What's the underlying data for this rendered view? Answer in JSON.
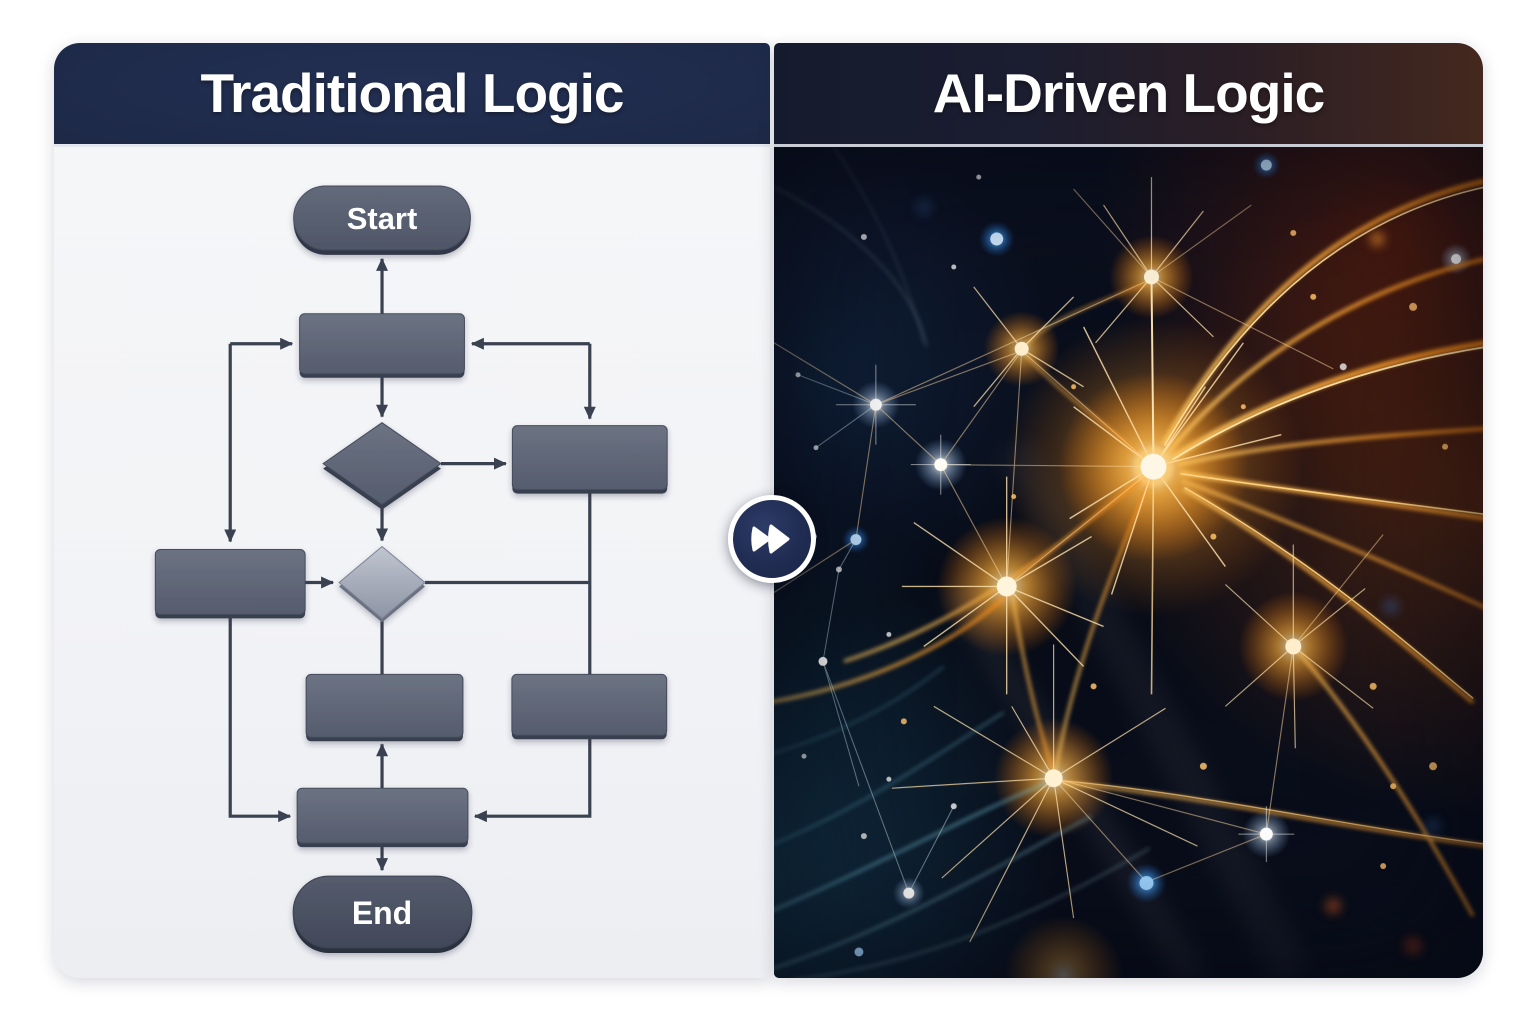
{
  "page": {
    "background": "#ffffff"
  },
  "left_panel": {
    "title": "Traditional Logic",
    "header_color": "#1e2947",
    "body_color": "#f4f5f7",
    "flowchart": {
      "start_label": "Start",
      "end_label": "End",
      "shape_color": "#5d6475",
      "shape_color_light": "#a9afbc",
      "connector_color": "#3a4150",
      "nodes": [
        {
          "id": "start",
          "type": "terminator",
          "label": "Start"
        },
        {
          "id": "process-top",
          "type": "process",
          "label": ""
        },
        {
          "id": "decision-1",
          "type": "decision",
          "label": ""
        },
        {
          "id": "process-upper-right",
          "type": "process",
          "label": ""
        },
        {
          "id": "process-left",
          "type": "process",
          "label": ""
        },
        {
          "id": "decision-2",
          "type": "decision",
          "label": ""
        },
        {
          "id": "process-middle",
          "type": "process",
          "label": ""
        },
        {
          "id": "process-lower-right",
          "type": "process",
          "label": ""
        },
        {
          "id": "process-bottom",
          "type": "process",
          "label": ""
        },
        {
          "id": "end",
          "type": "terminator",
          "label": "End"
        }
      ]
    }
  },
  "divider": {
    "icon": "fast-forward-icon",
    "badge_color": "#1e2a4e",
    "ring_color": "#ffffff"
  },
  "right_panel": {
    "title": "AI-Driven Logic",
    "header_gradient": [
      "#151b2e",
      "#44281e"
    ],
    "art": {
      "description": "glowing neural network of orange and blue light nodes connected by fiber-like curves",
      "background_color": "#0a101f",
      "orange": "#ffa32e",
      "blue": "#3b97f0",
      "white": "#ffffff",
      "teal": "#7ed0e4"
    }
  }
}
